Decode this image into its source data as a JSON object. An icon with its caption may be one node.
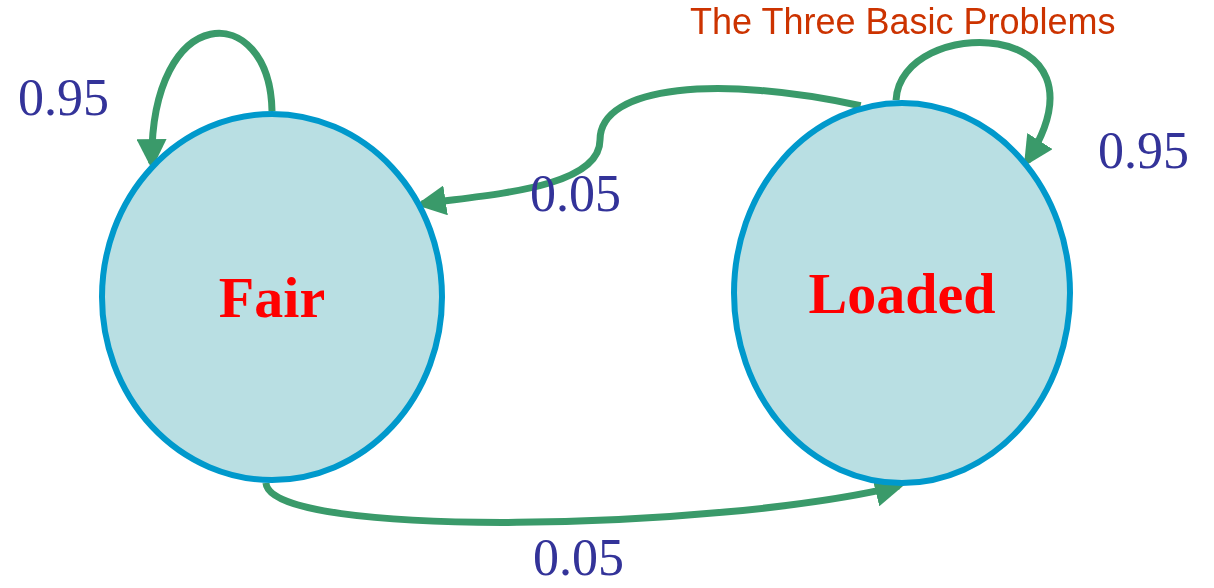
{
  "diagram": {
    "nodes": [
      {
        "text": [
          "Fair"
        ]
      },
      {
        "text": [
          "Loaded"
        ]
      }
    ],
    "edges": [
      {
        "from": 0,
        "to": 0,
        "arrow": "to",
        "label": "0.95"
      },
      {
        "from": 1,
        "to": 0,
        "arrow": "to",
        "label": "0.05"
      },
      {
        "from": 1,
        "to": 1,
        "arrow": "to",
        "label": "0.95"
      },
      {
        "from": 0,
        "to": 1,
        "arrow": "to",
        "label": "0.05"
      }
    ],
    "labels": [
      "The Three Basic Problems"
    ]
  }
}
